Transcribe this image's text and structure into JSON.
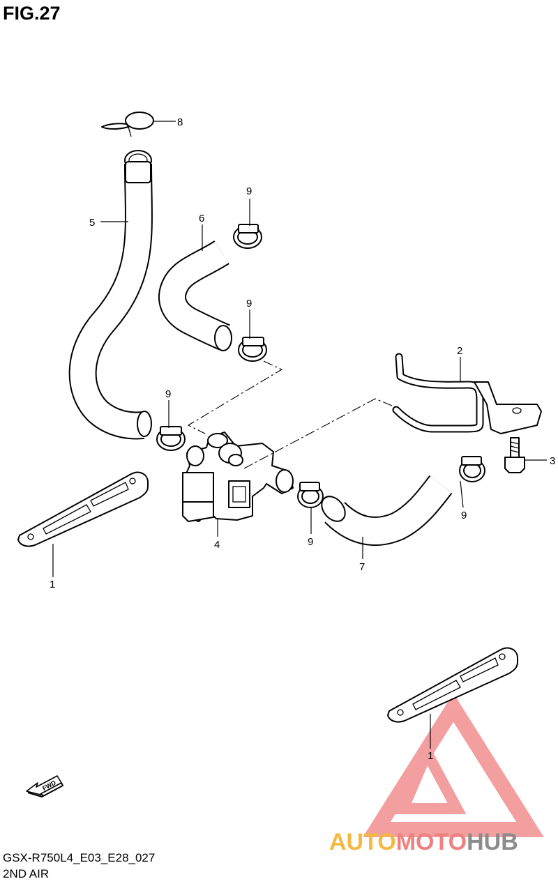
{
  "figure": {
    "title": "FIG.27",
    "model_code": "GSX-R750L4_E03_E28_027",
    "section_name": "2ND AIR"
  },
  "callouts": {
    "p1_top": "1",
    "p1_bottom": "1",
    "p2": "2",
    "p3": "3",
    "p4": "4",
    "p5": "5",
    "p6": "6",
    "p7": "7",
    "p8": "8",
    "p9_a": "9",
    "p9_b": "9",
    "p9_c": "9",
    "p9_d": "9",
    "p9_e": "9"
  },
  "fwd_label": "FWD",
  "watermark": {
    "part_auto": "AUTO",
    "part_moto": "MOTO",
    "part_hub": "HUB",
    "color_orange": "#f5b942",
    "color_red": "#f08080",
    "color_grey": "#8c8c8c"
  }
}
